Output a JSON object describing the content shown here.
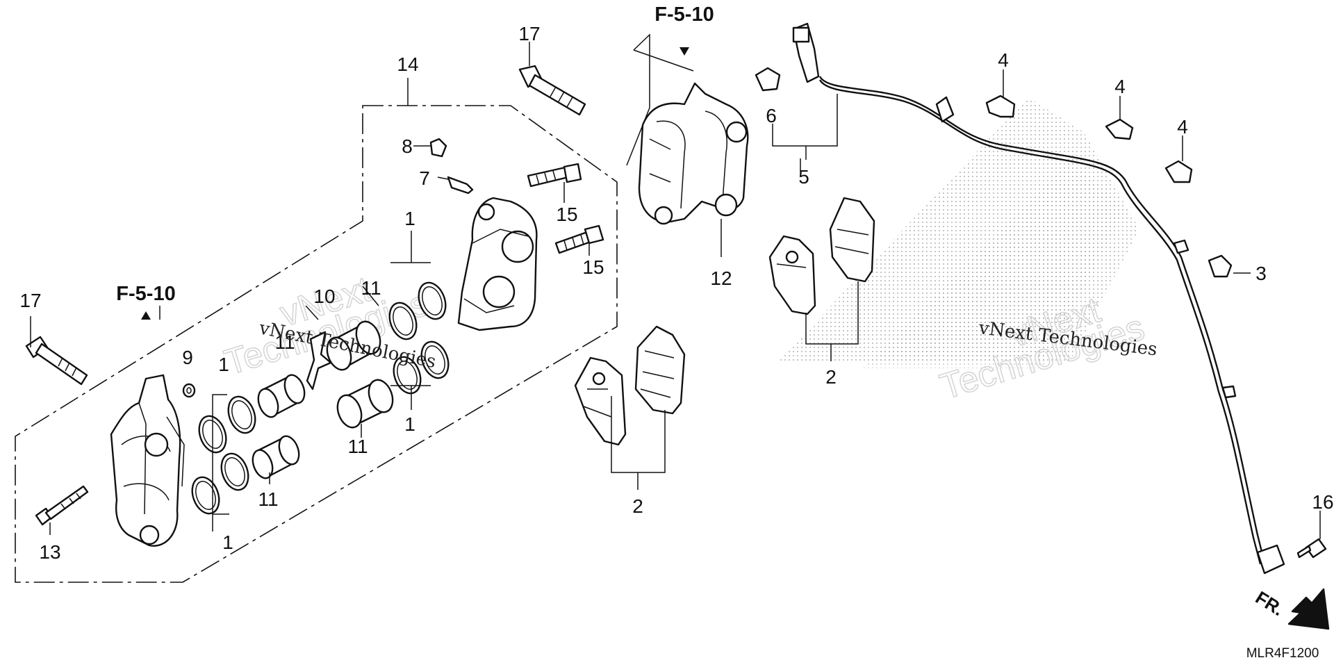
{
  "diagram": {
    "part_numbers": {
      "p1_top": "1",
      "p1_bottom": "1",
      "p1_left_top": "1",
      "p1_left_bottom": "1",
      "p2_center": "2",
      "p2_right": "2",
      "p3": "3",
      "p4_a": "4",
      "p4_b": "4",
      "p4_c": "4",
      "p5": "5",
      "p6": "6",
      "p7": "7",
      "p8": "8",
      "p9": "9",
      "p10": "10",
      "p11_top": "11",
      "p11_left": "11",
      "p11_mid": "11",
      "p11_bottom": "11",
      "p12": "12",
      "p13": "13",
      "p14": "14",
      "p15_top": "15",
      "p15_bottom": "15",
      "p16": "16",
      "p17_top": "17",
      "p17_left": "17"
    },
    "references": {
      "top": "F-5-10",
      "left": "F-5-10"
    },
    "direction_label": "FR.",
    "diagram_code": "MLR4F1200",
    "watermark": {
      "line": "vNext Technologies",
      "word1": "vNext",
      "word2": "Technologies"
    }
  }
}
